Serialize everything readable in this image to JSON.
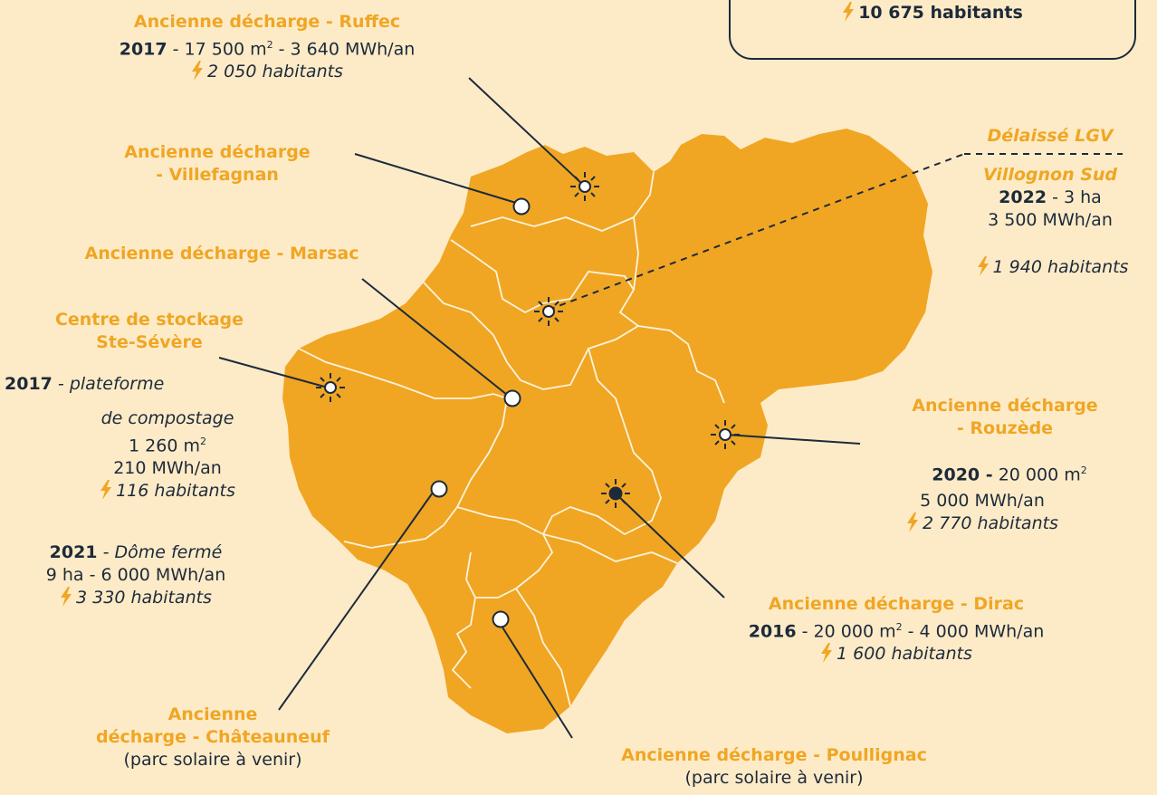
{
  "colors": {
    "background": "#fdebc8",
    "region": "#f0a623",
    "accent": "#f0a623",
    "ink": "#1d2a3a"
  },
  "top_box": {
    "value": "10 675 habitants",
    "icon": "lightning-icon"
  },
  "sites": {
    "ruffec": {
      "title": "Ancienne décharge - Ruffec",
      "year": "2017",
      "detail_a": " - 17 500 m",
      "sup": "2",
      "detail_b": " - 3 640 MWh/an",
      "habitants": "2 050 habitants",
      "icon": "sun-icon"
    },
    "villefagnan": {
      "title_1": "Ancienne décharge",
      "title_2": "- Villefagnan",
      "icon": "circle-marker"
    },
    "marsac": {
      "title": "Ancienne décharge - Marsac",
      "icon": "circle-marker"
    },
    "ste_severe": {
      "title_1": "Centre de stockage",
      "title_2": "Ste-Sévère",
      "year_1": "2017",
      "desc_1a": " - plateforme",
      "desc_1b": "de compostage",
      "area": "1 260 m",
      "sup": "2",
      "energy": "210 MWh/an",
      "habitants_1": "116 habitants",
      "year_2": "2021",
      "desc_2": " - Dôme fermé",
      "detail_2": "9 ha - 6 000 MWh/an",
      "habitants_2": "3 330 habitants",
      "icon": "sun-icon"
    },
    "chateauneuf": {
      "title_1": "Ancienne",
      "title_2": "décharge - Châteauneuf",
      "note": "(parc solaire à venir)",
      "icon": "circle-marker"
    },
    "poullignac": {
      "title": "Ancienne décharge - Poullignac",
      "note": "(parc solaire à venir)",
      "icon": "circle-marker"
    },
    "dirac": {
      "title": "Ancienne décharge - Dirac",
      "year": "2016",
      "detail_a": " - 20 000 m",
      "sup": "2",
      "detail_b": " - 4 000 MWh/an",
      "habitants": "1 600 habitants",
      "icon": "sun-dark-icon"
    },
    "rouzede": {
      "title_1": "Ancienne décharge",
      "title_2": "- Rouzède",
      "year": "2020 -",
      "detail_a": " 20 000 m",
      "sup": "2",
      "energy": "5 000 MWh/an",
      "habitants": "2 770 habitants",
      "icon": "sun-icon"
    },
    "lgv": {
      "title_1": "Délaissé LGV",
      "title_2": "Villognon Sud",
      "year": "2022",
      "detail": " - 3 ha",
      "energy": "3 500 MWh/an",
      "habitants": "1 940 habitants",
      "icon": "sun-icon"
    }
  }
}
